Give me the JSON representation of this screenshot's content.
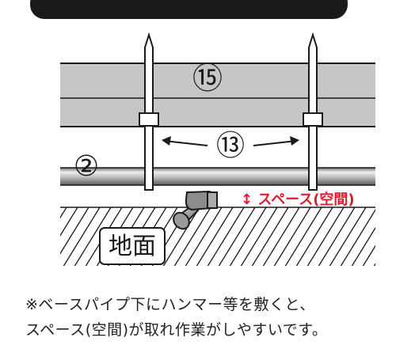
{
  "diagram": {
    "header_bar_color": "#1a1a1a",
    "labels": {
      "board": "⑮",
      "base_pipe": "②",
      "gap": "⑬",
      "space": "↕ スペース(空間)",
      "ground": "地面"
    },
    "colors": {
      "board_fill": "#c6c6c6",
      "outline": "#1a1a1a",
      "accent_red": "#e21b2c",
      "pipe_light": "#e6e6e6",
      "pipe_dark": "#7a7a7a",
      "hammer_fill": "#9a9a9a",
      "hatch": "#1a1a1a"
    },
    "icons": {
      "hammer": "hammer-icon",
      "arrow": "double-arrow-icon"
    }
  },
  "caption": {
    "line1": "※ベースパイプ下にハンマー等を敷くと、",
    "line2": "スペース(空間)が取れ作業がしやすいです。"
  }
}
